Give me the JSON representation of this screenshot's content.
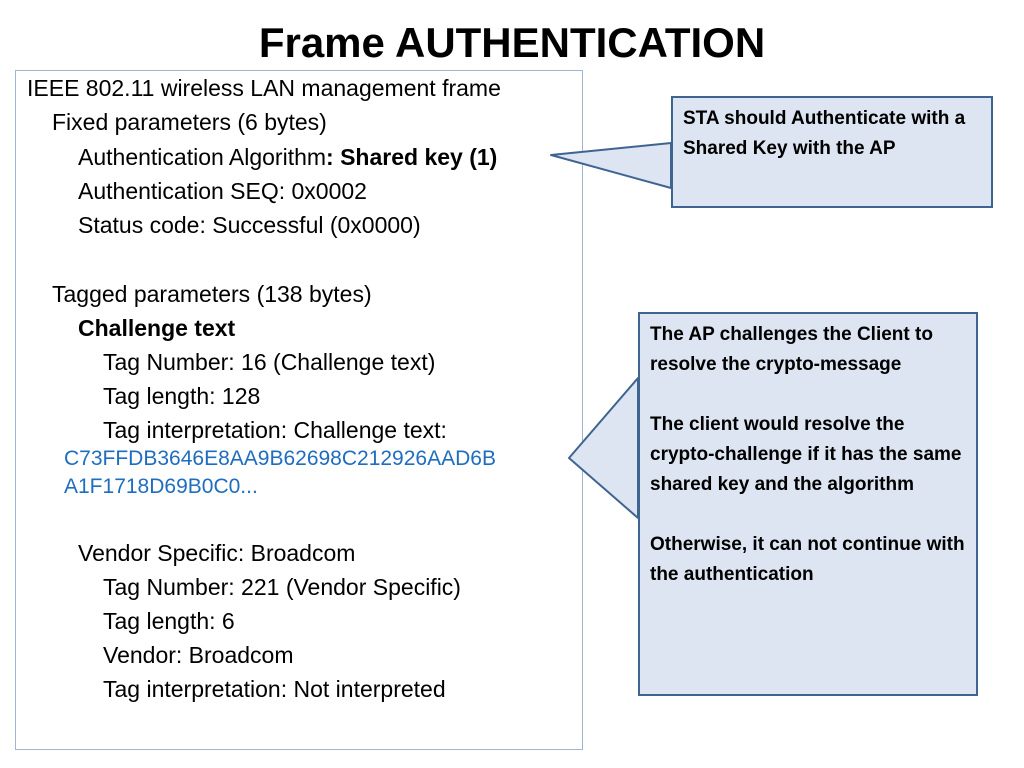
{
  "title": "Frame AUTHENTICATION",
  "frame": {
    "header": "IEEE 802.11 wireless LAN management frame",
    "fixed_params": "Fixed parameters (6 bytes)",
    "auth_algorithm_label": "Authentication Algorithm",
    "auth_algorithm_value": ": Shared key (1)",
    "auth_seq": "Authentication SEQ: 0x0002",
    "status_code": "Status code: Successful (0x0000)",
    "tagged_params": "Tagged parameters (138 bytes)",
    "challenge_text": "Challenge text",
    "tag_number_challenge": "Tag Number: 16 (Challenge text)",
    "tag_length_challenge": "Tag length: 128",
    "tag_interpretation_challenge": "Tag interpretation: Challenge text:",
    "hex_line1": "C73FFDB3646E8AA9B62698C212926AAD6B",
    "hex_line2": "A1F1718D69B0C0...",
    "vendor_specific": "Vendor Specific: Broadcom",
    "tag_number_vendor": "Tag Number: 221 (Vendor Specific)",
    "tag_length_vendor": "Tag length: 6",
    "vendor": "Vendor: Broadcom",
    "tag_interpretation_vendor": "Tag interpretation: Not interpreted"
  },
  "callouts": {
    "shared_key_note": "STA should Authenticate with a Shared Key with the AP",
    "challenge_note_p1": "The AP challenges the Client to resolve the crypto-message",
    "challenge_note_p2": "The client would resolve the crypto-challenge if it has the same shared key and the algorithm",
    "challenge_note_p3": "Otherwise, it can not continue with the authentication"
  },
  "colors": {
    "callout_fill": "#dce5f1",
    "callout_border": "#3f6490",
    "hex_text": "#1f6dbf",
    "frame_border": "#9cb6d4"
  }
}
